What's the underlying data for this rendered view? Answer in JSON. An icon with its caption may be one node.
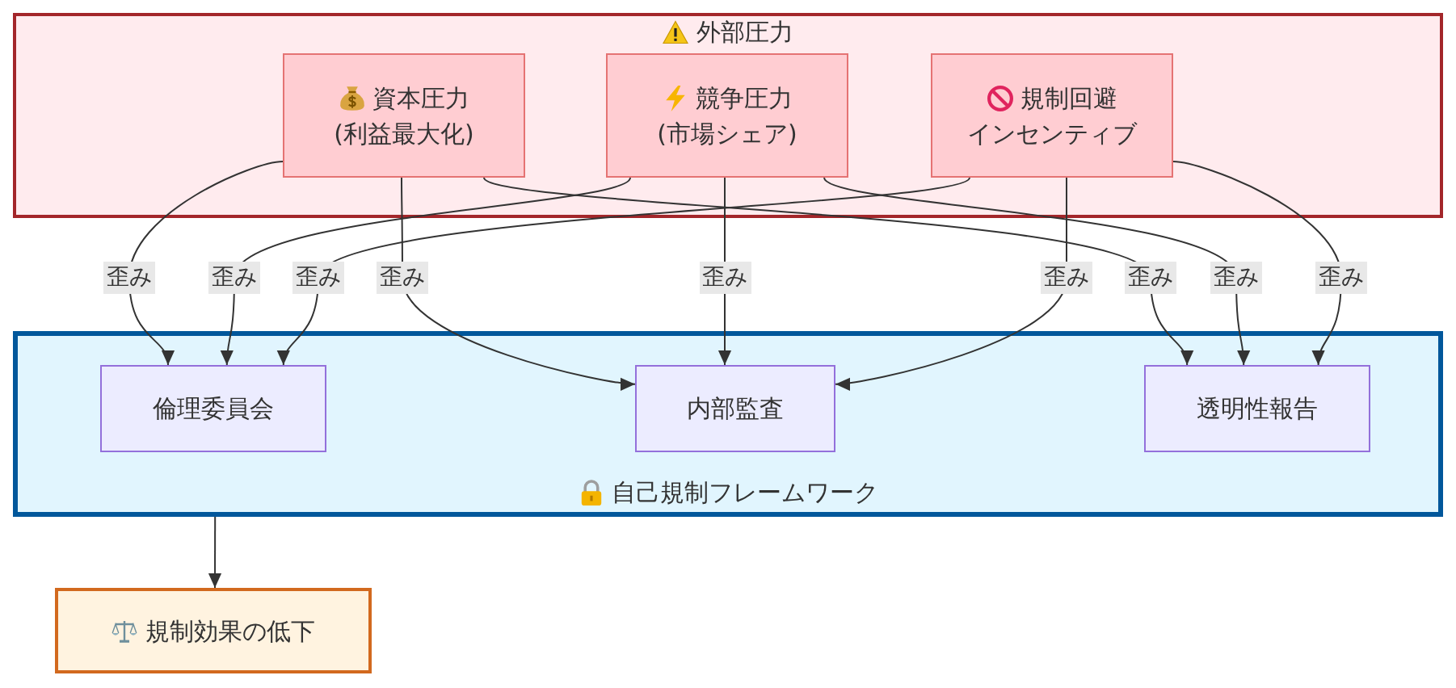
{
  "diagram": {
    "nodes": [
      {
        "text": [
          "外部圧力"
        ]
      },
      {
        "text": [
          "資本圧力",
          "(利益最大化)"
        ],
        "in": 0
      },
      {
        "text": [
          "競争圧力",
          "(市場シェア)"
        ],
        "in": 0
      },
      {
        "text": [
          "規制回避",
          "インセンティブ"
        ],
        "in": 0
      },
      {
        "text": [
          "自己規制フレームワーク"
        ]
      },
      {
        "text": [
          "倫理委員会"
        ],
        "in": 4
      },
      {
        "text": [
          "内部監査"
        ],
        "in": 4
      },
      {
        "text": [
          "透明性報告"
        ],
        "in": 4
      },
      {
        "text": [
          "規制効果の低下"
        ]
      }
    ],
    "edges": [
      {
        "from": 1,
        "to": 5,
        "arrow": "to",
        "label": "歪み"
      },
      {
        "from": 1,
        "to": 6,
        "arrow": "to",
        "label": "歪み"
      },
      {
        "from": 1,
        "to": 7,
        "arrow": "to",
        "label": "歪み"
      },
      {
        "from": 2,
        "to": 5,
        "arrow": "to",
        "label": "歪み"
      },
      {
        "from": 2,
        "to": 6,
        "arrow": "to",
        "label": "歪み"
      },
      {
        "from": 2,
        "to": 7,
        "arrow": "to",
        "label": "歪み"
      },
      {
        "from": 3,
        "to": 5,
        "arrow": "to",
        "label": "歪み"
      },
      {
        "from": 3,
        "to": 6,
        "arrow": "to",
        "label": "歪み"
      },
      {
        "from": 3,
        "to": 7,
        "arrow": "to",
        "label": "歪み"
      },
      {
        "from": 4,
        "to": 8,
        "arrow": "to"
      }
    ]
  }
}
